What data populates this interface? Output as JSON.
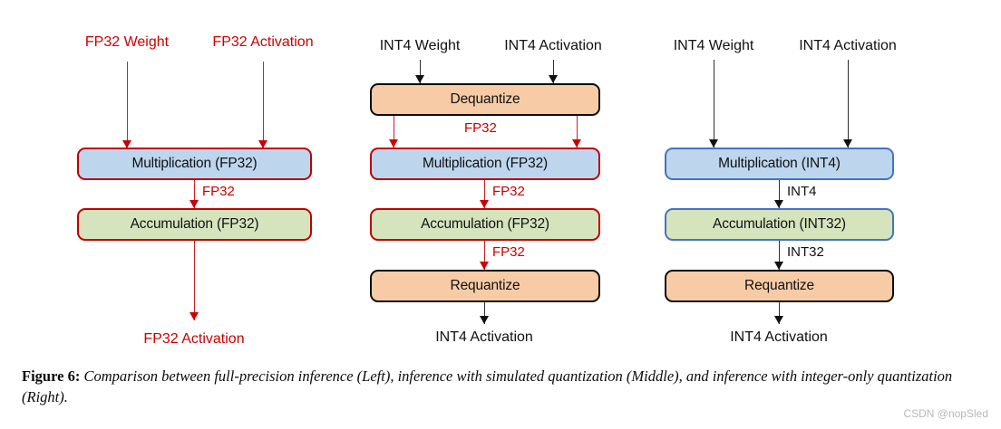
{
  "figure": {
    "columns": [
      {
        "id": "left",
        "inputs": [
          {
            "label": "FP32 Weight",
            "color": "red"
          },
          {
            "label": "FP32 Activation",
            "color": "red"
          }
        ],
        "nodes": [
          {
            "label": "Multiplication (FP32)",
            "fill": "blue",
            "border": "red"
          },
          {
            "label": "Accumulation (FP32)",
            "fill": "green",
            "border": "red"
          }
        ],
        "edge_labels": [
          {
            "label": "FP32",
            "color": "red"
          }
        ],
        "output": {
          "label": "FP32 Activation",
          "color": "red"
        }
      },
      {
        "id": "middle",
        "inputs": [
          {
            "label": "INT4 Weight",
            "color": "black"
          },
          {
            "label": "INT4 Activation",
            "color": "black"
          }
        ],
        "nodes": [
          {
            "label": "Dequantize",
            "fill": "orange",
            "border": "black"
          },
          {
            "label": "Multiplication (FP32)",
            "fill": "blue",
            "border": "red"
          },
          {
            "label": "Accumulation (FP32)",
            "fill": "green",
            "border": "red"
          },
          {
            "label": "Requantize",
            "fill": "orange",
            "border": "black"
          }
        ],
        "edge_labels": [
          {
            "label": "FP32",
            "color": "red"
          },
          {
            "label": "FP32",
            "color": "red"
          },
          {
            "label": "FP32",
            "color": "red"
          }
        ],
        "output": {
          "label": "INT4 Activation",
          "color": "black"
        }
      },
      {
        "id": "right",
        "inputs": [
          {
            "label": "INT4 Weight",
            "color": "black"
          },
          {
            "label": "INT4 Activation",
            "color": "black"
          }
        ],
        "nodes": [
          {
            "label": "Multiplication (INT4)",
            "fill": "blue",
            "border": "blue"
          },
          {
            "label": "Accumulation (INT32)",
            "fill": "green",
            "border": "blue"
          },
          {
            "label": "Requantize",
            "fill": "orange",
            "border": "black"
          }
        ],
        "edge_labels": [
          {
            "label": "INT4",
            "color": "black"
          },
          {
            "label": "INT32",
            "color": "black"
          }
        ],
        "output": {
          "label": "INT4 Activation",
          "color": "black"
        }
      }
    ]
  },
  "caption": {
    "number": "Figure 6:",
    "text": "Comparison between full-precision inference (Left), inference with simulated quantization (Middle), and inference with integer-only quantization (Right)."
  },
  "watermark": "CSDN @nopSled",
  "colors": {
    "red_border": "#c00000",
    "black_border": "#0c0c0c",
    "blue_border": "#4472c4",
    "blue_fill": "#bdd6ee",
    "green_fill": "#d6e4bd",
    "orange_fill": "#f6cba6",
    "red_text": "#cc0000"
  }
}
